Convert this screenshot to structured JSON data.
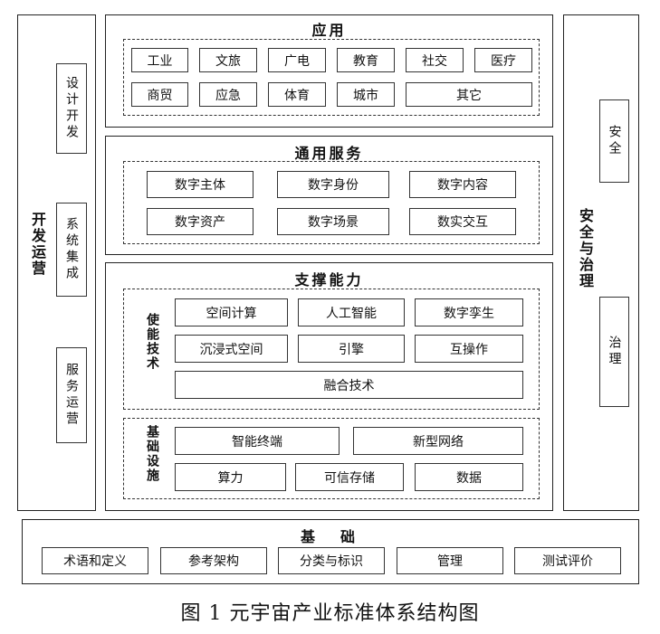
{
  "left_column": {
    "title": "开发运营",
    "items": [
      "设计开发",
      "系统集成",
      "服务运营"
    ]
  },
  "right_column": {
    "title": "安全与治理",
    "items": [
      "安全",
      "治理"
    ]
  },
  "application": {
    "title": "应用",
    "row1": [
      "工业",
      "文旅",
      "广电",
      "教育",
      "社交",
      "医疗"
    ],
    "row2": [
      "商贸",
      "应急",
      "体育",
      "城市",
      "其它"
    ]
  },
  "general_service": {
    "title": "通用服务",
    "row1": [
      "数字主体",
      "数字身份",
      "数字内容"
    ],
    "row2": [
      "数字资产",
      "数字场景",
      "数实交互"
    ]
  },
  "support": {
    "title": "支撑能力",
    "enabling": {
      "label": "使能技术",
      "row1": [
        "空间计算",
        "人工智能",
        "数字孪生"
      ],
      "row2": [
        "沉浸式空间",
        "引擎",
        "互操作"
      ],
      "row3": [
        "融合技术"
      ]
    },
    "infrastructure": {
      "label": "基础设施",
      "row1": [
        "智能终端",
        "新型网络"
      ],
      "row2": [
        "算力",
        "可信存储",
        "数据"
      ]
    }
  },
  "foundation": {
    "title": "基　础",
    "items": [
      "术语和定义",
      "参考架构",
      "分类与标识",
      "管理",
      "测试评价"
    ]
  },
  "caption": "图 1 元宇宙产业标准体系结构图"
}
